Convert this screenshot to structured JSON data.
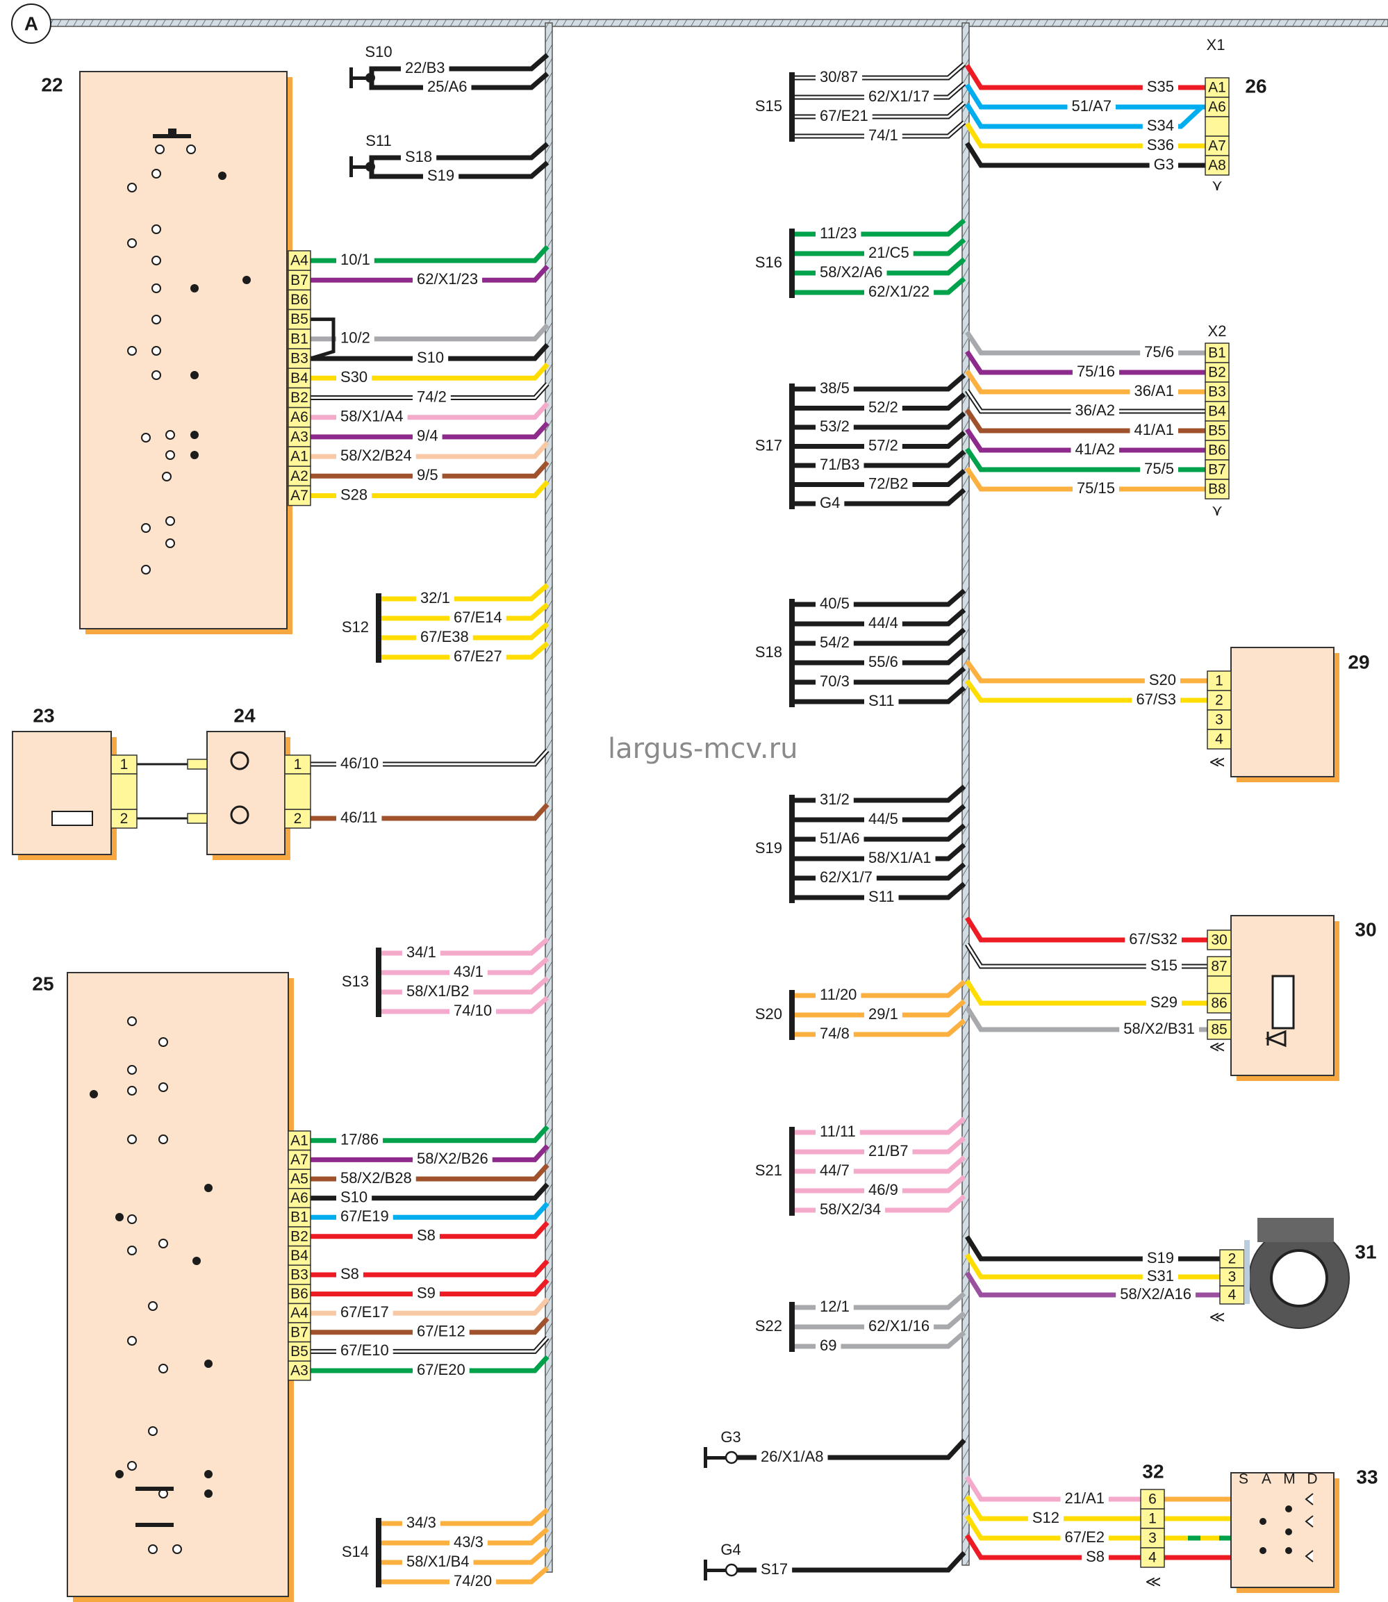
{
  "watermark": "largus-mcv.ru",
  "bus_label": "A",
  "colors": {
    "black": "#1c1c1c",
    "green": "#00a14b",
    "purple": "#8e2a8c",
    "grey": "#a7a9ac",
    "yellow": "#ffdd00",
    "pink": "#f4aacb",
    "peach": "#f9c9a5",
    "brown": "#a0522d",
    "blue": "#00aeef",
    "red": "#ed1c24",
    "orange": "#fbb040",
    "white": "#ffffff",
    "violet": "#9b4f9f",
    "component_fill": "#fde3cc",
    "connector_fill": "#fff79a",
    "shadow": "#f7a740",
    "trunk": "#d1dde3"
  },
  "components": [
    {
      "id": "22",
      "label": "22"
    },
    {
      "id": "23",
      "label": "23"
    },
    {
      "id": "24",
      "label": "24"
    },
    {
      "id": "25",
      "label": "25"
    },
    {
      "id": "26",
      "label": "26",
      "connector": "X1"
    },
    {
      "id": "26b",
      "label": "",
      "connector": "X2"
    },
    {
      "id": "29",
      "label": "29"
    },
    {
      "id": "30",
      "label": "30"
    },
    {
      "id": "31",
      "label": "31"
    },
    {
      "id": "32",
      "label": "32"
    },
    {
      "id": "33",
      "label": "33",
      "positions": [
        "S",
        "A",
        "M",
        "D"
      ]
    }
  ],
  "left_wires_22": [
    {
      "pin": "A4",
      "label": "10/1",
      "color": "green"
    },
    {
      "pin": "B7",
      "label": "62/X1/23",
      "color": "purple"
    },
    {
      "pin": "B6",
      "label": "",
      "color": ""
    },
    {
      "pin": "B5",
      "label": "",
      "color": ""
    },
    {
      "pin": "B1",
      "label": "10/2",
      "color": "grey"
    },
    {
      "pin": "B3",
      "label": "S10",
      "color": "black"
    },
    {
      "pin": "B4",
      "label": "S30",
      "color": "yellow"
    },
    {
      "pin": "B2",
      "label": "74/2",
      "color": "white"
    },
    {
      "pin": "A6",
      "label": "58/X1/A4",
      "color": "pink"
    },
    {
      "pin": "A3",
      "label": "9/4",
      "color": "purple"
    },
    {
      "pin": "A1",
      "label": "58/X2/B24",
      "color": "peach"
    },
    {
      "pin": "A2",
      "label": "9/5",
      "color": "brown"
    },
    {
      "pin": "A7",
      "label": "S28",
      "color": "yellow"
    }
  ],
  "left_wires_25": [
    {
      "pin": "A1",
      "label": "17/86",
      "color": "green"
    },
    {
      "pin": "A7",
      "label": "58/X2/B26",
      "color": "purple"
    },
    {
      "pin": "A5",
      "label": "58/X2/B28",
      "color": "brown"
    },
    {
      "pin": "A6",
      "label": "S10",
      "color": "black"
    },
    {
      "pin": "B1",
      "label": "67/E19",
      "color": "blue"
    },
    {
      "pin": "B2",
      "label": "S8",
      "color": "red"
    },
    {
      "pin": "B4",
      "label": "",
      "color": ""
    },
    {
      "pin": "B3",
      "label": "S8",
      "color": "red"
    },
    {
      "pin": "B6",
      "label": "S9",
      "color": "red"
    },
    {
      "pin": "A4",
      "label": "67/E17",
      "color": "peach"
    },
    {
      "pin": "B7",
      "label": "67/E12",
      "color": "brown"
    },
    {
      "pin": "B5",
      "label": "67/E10",
      "color": "white"
    },
    {
      "pin": "A3",
      "label": "67/E20",
      "color": "green"
    }
  ],
  "wires_23_24": [
    {
      "pin": "1",
      "label": "46/10",
      "color": "white"
    },
    {
      "pin": "2",
      "label": "46/11",
      "color": "brown"
    }
  ],
  "left_splices": [
    {
      "name": "S10",
      "type": "node",
      "wires": [
        {
          "label": "22/B3",
          "color": "black"
        },
        {
          "label": "25/A6",
          "color": "black"
        }
      ]
    },
    {
      "name": "S11",
      "type": "node",
      "wires": [
        {
          "label": "S18",
          "color": "black"
        },
        {
          "label": "S19",
          "color": "black"
        }
      ]
    },
    {
      "name": "S12",
      "wires": [
        {
          "label": "32/1",
          "color": "yellow"
        },
        {
          "label": "67/E14",
          "color": "yellow"
        },
        {
          "label": "67/E38",
          "color": "yellow"
        },
        {
          "label": "67/E27",
          "color": "yellow"
        }
      ]
    },
    {
      "name": "S13",
      "wires": [
        {
          "label": "34/1",
          "color": "pink"
        },
        {
          "label": "43/1",
          "color": "pink"
        },
        {
          "label": "58/X1/B2",
          "color": "pink"
        },
        {
          "label": "74/10",
          "color": "pink"
        }
      ]
    },
    {
      "name": "S14",
      "wires": [
        {
          "label": "34/3",
          "color": "orange"
        },
        {
          "label": "43/3",
          "color": "orange"
        },
        {
          "label": "58/X1/B4",
          "color": "orange"
        },
        {
          "label": "74/20",
          "color": "orange"
        }
      ]
    }
  ],
  "right_splices": [
    {
      "name": "S15",
      "wires": [
        {
          "label": "30/87",
          "color": "white"
        },
        {
          "label": "62/X1/17",
          "color": "white"
        },
        {
          "label": "67/E21",
          "color": "white"
        },
        {
          "label": "74/1",
          "color": "white"
        }
      ]
    },
    {
      "name": "S16",
      "wires": [
        {
          "label": "11/23",
          "color": "green"
        },
        {
          "label": "21/C5",
          "color": "green"
        },
        {
          "label": "58/X2/A6",
          "color": "green"
        },
        {
          "label": "62/X1/22",
          "color": "green"
        }
      ]
    },
    {
      "name": "S17",
      "wires": [
        {
          "label": "38/5",
          "color": "black"
        },
        {
          "label": "52/2",
          "color": "black"
        },
        {
          "label": "53/2",
          "color": "black"
        },
        {
          "label": "57/2",
          "color": "black"
        },
        {
          "label": "71/B3",
          "color": "black"
        },
        {
          "label": "72/B2",
          "color": "black"
        },
        {
          "label": "G4",
          "color": "black"
        }
      ]
    },
    {
      "name": "S18",
      "wires": [
        {
          "label": "40/5",
          "color": "black"
        },
        {
          "label": "44/4",
          "color": "black"
        },
        {
          "label": "54/2",
          "color": "black"
        },
        {
          "label": "55/6",
          "color": "black"
        },
        {
          "label": "70/3",
          "color": "black"
        },
        {
          "label": "S11",
          "color": "black"
        }
      ]
    },
    {
      "name": "S19",
      "wires": [
        {
          "label": "31/2",
          "color": "black"
        },
        {
          "label": "44/5",
          "color": "black"
        },
        {
          "label": "51/A6",
          "color": "black"
        },
        {
          "label": "58/X1/A1",
          "color": "black"
        },
        {
          "label": "62/X1/7",
          "color": "black"
        },
        {
          "label": "S11",
          "color": "black"
        }
      ]
    },
    {
      "name": "S20",
      "wires": [
        {
          "label": "11/20",
          "color": "orange"
        },
        {
          "label": "29/1",
          "color": "orange"
        },
        {
          "label": "74/8",
          "color": "orange"
        }
      ]
    },
    {
      "name": "S21",
      "wires": [
        {
          "label": "11/11",
          "color": "pink"
        },
        {
          "label": "21/B7",
          "color": "pink"
        },
        {
          "label": "44/7",
          "color": "pink"
        },
        {
          "label": "46/9",
          "color": "pink"
        },
        {
          "label": "58/X2/34",
          "color": "pink"
        }
      ]
    },
    {
      "name": "S22",
      "wires": [
        {
          "label": "12/1",
          "color": "grey"
        },
        {
          "label": "62/X1/16",
          "color": "grey"
        },
        {
          "label": "69",
          "color": "grey"
        }
      ]
    }
  ],
  "grounds": [
    {
      "name": "G3",
      "label": "26/X1/A8",
      "color": "black"
    },
    {
      "name": "G4",
      "label": "S17",
      "color": "black"
    }
  ],
  "right_wires_26_x1": [
    {
      "pin": "A1",
      "label": "S35",
      "color": "red"
    },
    {
      "pin": "A6",
      "label": "51/A7",
      "color": "blue"
    },
    {
      "pin": "",
      "label": "S34",
      "color": "blue"
    },
    {
      "pin": "A7",
      "label": "S36",
      "color": "yellow"
    },
    {
      "pin": "A8",
      "label": "G3",
      "color": "black"
    }
  ],
  "right_wires_26_x2": [
    {
      "pin": "B1",
      "label": "75/6",
      "color": "grey"
    },
    {
      "pin": "B2",
      "label": "75/16",
      "color": "purple"
    },
    {
      "pin": "B3",
      "label": "36/A1",
      "color": "orange"
    },
    {
      "pin": "B4",
      "label": "36/A2",
      "color": "white"
    },
    {
      "pin": "B5",
      "label": "41/A1",
      "color": "brown"
    },
    {
      "pin": "B6",
      "label": "41/A2",
      "color": "purple"
    },
    {
      "pin": "B7",
      "label": "75/5",
      "color": "green"
    },
    {
      "pin": "B8",
      "label": "75/15",
      "color": "orange"
    }
  ],
  "right_wires_29": [
    {
      "pin": "1",
      "label": "S20",
      "color": "orange"
    },
    {
      "pin": "2",
      "label": "67/S3",
      "color": "yellow"
    },
    {
      "pin": "3",
      "label": "",
      "color": ""
    },
    {
      "pin": "4",
      "label": "",
      "color": ""
    }
  ],
  "right_wires_30": [
    {
      "pin": "30",
      "label": "67/S32",
      "color": "red"
    },
    {
      "pin": "87",
      "label": "S15",
      "color": "white"
    },
    {
      "pin": "86",
      "label": "S29",
      "color": "yellow"
    },
    {
      "pin": "85",
      "label": "58/X2/B31",
      "color": "grey"
    }
  ],
  "right_wires_31": [
    {
      "pin": "2",
      "label": "S19",
      "color": "black"
    },
    {
      "pin": "3",
      "label": "S31",
      "color": "yellow"
    },
    {
      "pin": "4",
      "label": "58/X2/A16",
      "color": "violet"
    }
  ],
  "right_wires_32": [
    {
      "pin": "6",
      "label": "21/A1",
      "color": "pink",
      "out": "orange"
    },
    {
      "pin": "1",
      "label": "S12",
      "color": "yellow",
      "out": "yellow"
    },
    {
      "pin": "3",
      "label": "67/E2",
      "color": "yellow",
      "out": "yellow-green"
    },
    {
      "pin": "4",
      "label": "S8",
      "color": "red",
      "out": "red"
    }
  ]
}
